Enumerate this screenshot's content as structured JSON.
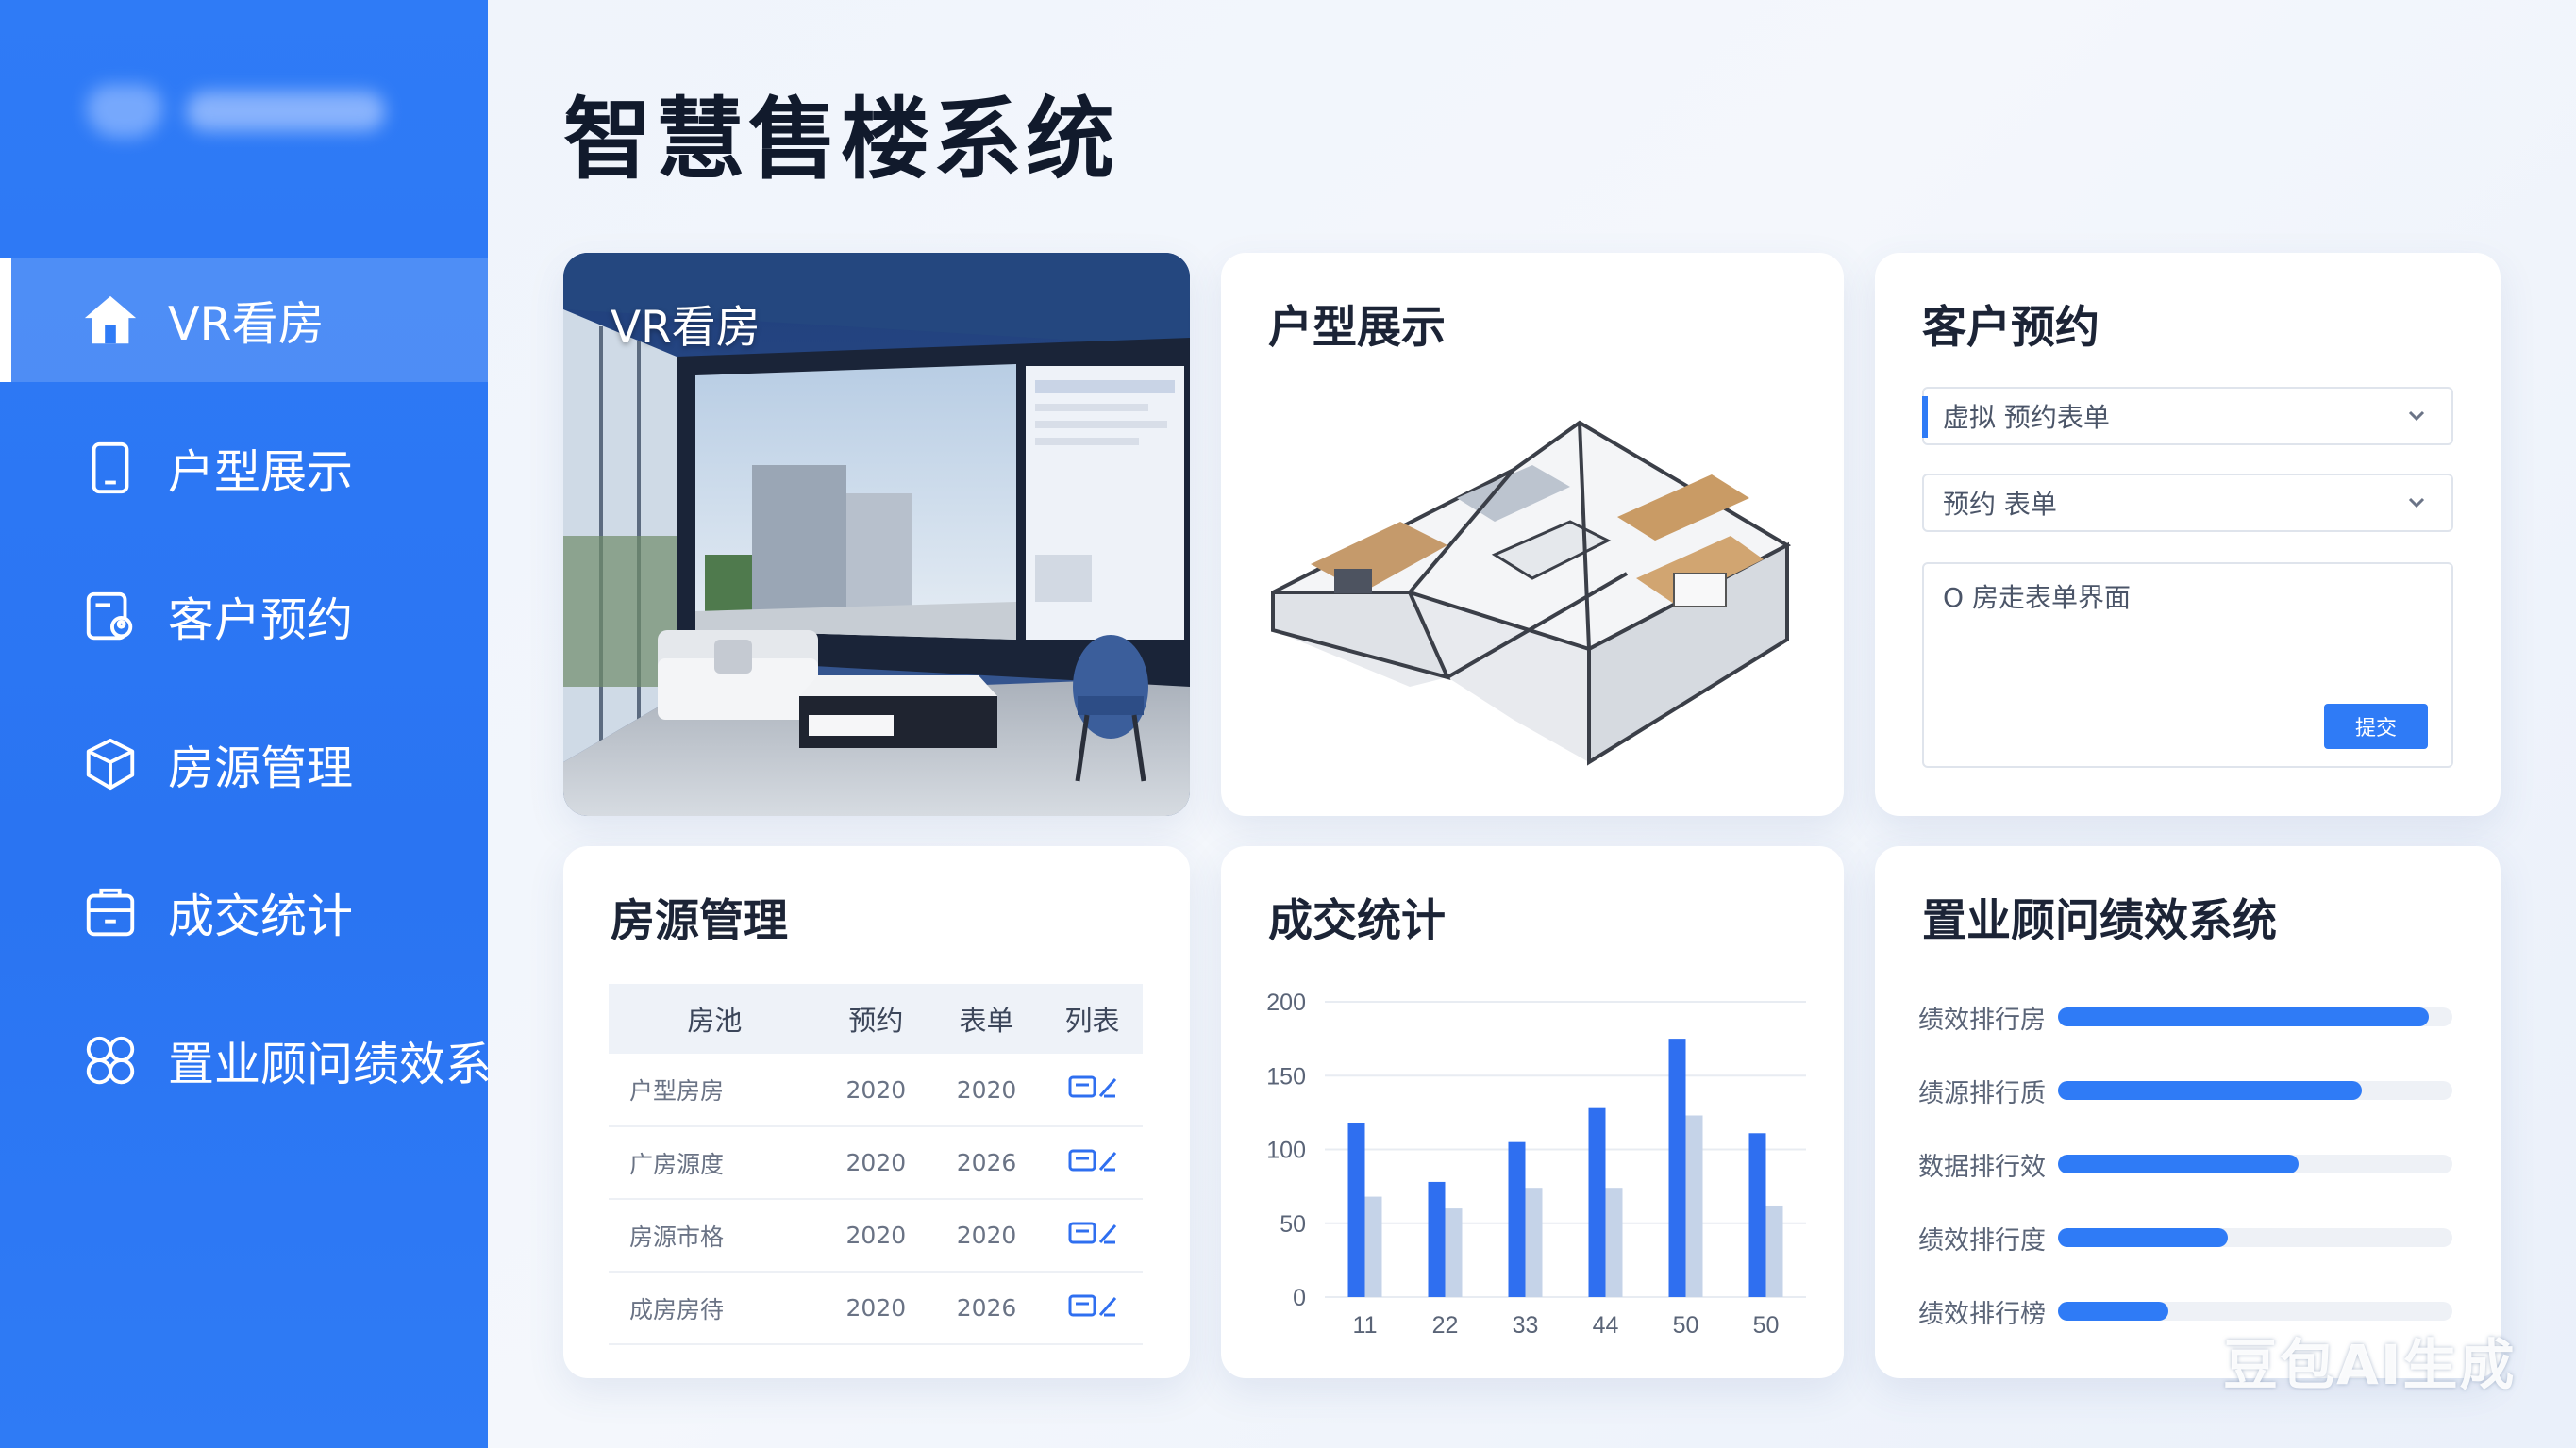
{
  "app": {
    "title": "智慧售楼系统"
  },
  "sidebar": {
    "items": [
      {
        "label": "VR看房",
        "icon": "home-icon",
        "active": true
      },
      {
        "label": "户型展示",
        "icon": "tablet-icon",
        "active": false
      },
      {
        "label": "客户预约",
        "icon": "calendar-user-icon",
        "active": false
      },
      {
        "label": "房源管理",
        "icon": "cube-icon",
        "active": false
      },
      {
        "label": "成交统计",
        "icon": "briefcase-chart-icon",
        "active": false
      },
      {
        "label": "置业顾问绩效系统",
        "icon": "flower-icon",
        "active": false
      }
    ]
  },
  "cards": {
    "vr": {
      "title": "VR看房"
    },
    "floor_plan": {
      "title": "户型展示"
    },
    "booking": {
      "title": "客户预约",
      "select1": "虚拟  预约表单",
      "select2": "预约  表单",
      "textarea_placeholder": "O 房走表单界面",
      "submit_label": "提交"
    },
    "property": {
      "title": "房源管理",
      "headers": [
        "房池",
        "预约",
        "表单",
        "列表"
      ],
      "rows": [
        [
          "户型房房",
          "2020",
          "2020"
        ],
        [
          "广房源度",
          "2020",
          "2026"
        ],
        [
          "房源市格",
          "2020",
          "2020"
        ],
        [
          "成房房待",
          "2020",
          "2026"
        ]
      ]
    },
    "stats": {
      "title": "成交统计"
    },
    "perf": {
      "title": "置业顾问绩效系统",
      "rows": [
        {
          "label": "绩效排行房",
          "value": 0.94
        },
        {
          "label": "绩源排行质",
          "value": 0.77
        },
        {
          "label": "数据排行效",
          "value": 0.61
        },
        {
          "label": "绩效排行度",
          "value": 0.43
        },
        {
          "label": "绩效排行榜",
          "value": 0.28
        }
      ]
    }
  },
  "chart_data": {
    "type": "bar",
    "categories": [
      "11",
      "22",
      "33",
      "44",
      "50",
      "50"
    ],
    "series": [
      {
        "values": [
          118,
          78,
          105,
          128,
          175,
          111
        ]
      },
      {
        "values": [
          68,
          60,
          74,
          74,
          123,
          62
        ]
      }
    ],
    "yticks": [
      "200",
      "150",
      "100",
      "50",
      "0"
    ],
    "ylim": [
      0,
      200
    ],
    "colors": [
      "#2f6ff0",
      "#c5d3e8"
    ],
    "grid": true
  },
  "watermark": "豆包AI生成",
  "colors": {
    "accent": "#2f7bf6",
    "sidebar": "#2a74f2"
  }
}
